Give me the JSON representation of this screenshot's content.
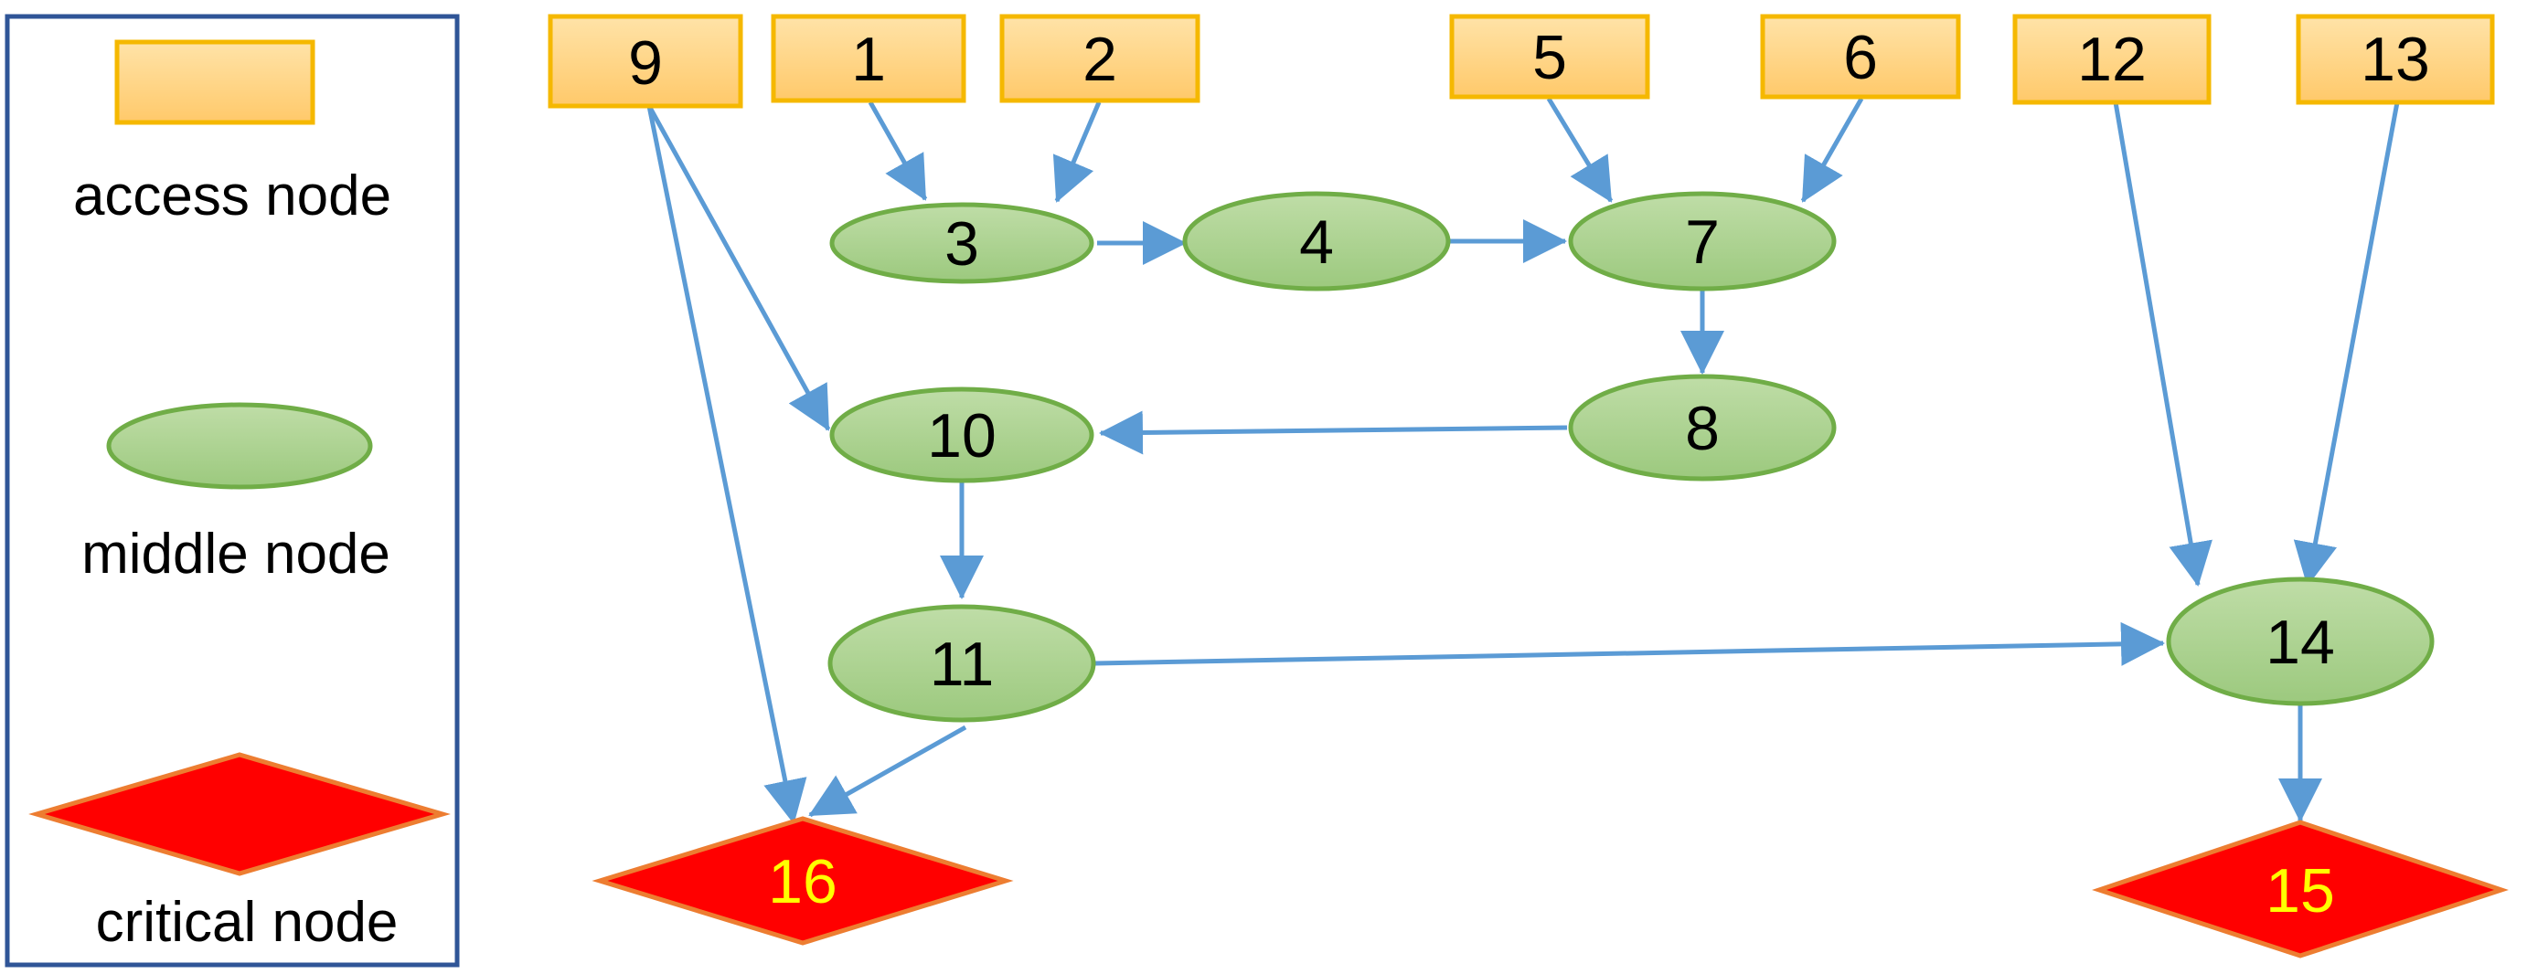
{
  "legend": {
    "access_label": "access node",
    "middle_label": "middle node",
    "critical_label": "critical node"
  },
  "nodes": {
    "n1": "1",
    "n2": "2",
    "n3": "3",
    "n4": "4",
    "n5": "5",
    "n6": "6",
    "n7": "7",
    "n8": "8",
    "n9": "9",
    "n10": "10",
    "n11": "11",
    "n12": "12",
    "n13": "13",
    "n14": "14",
    "n15": "15",
    "n16": "16"
  },
  "edges": [
    {
      "from": "1",
      "to": "3"
    },
    {
      "from": "2",
      "to": "3"
    },
    {
      "from": "3",
      "to": "4"
    },
    {
      "from": "4",
      "to": "7"
    },
    {
      "from": "5",
      "to": "7"
    },
    {
      "from": "6",
      "to": "7"
    },
    {
      "from": "7",
      "to": "8"
    },
    {
      "from": "8",
      "to": "10"
    },
    {
      "from": "9",
      "to": "10"
    },
    {
      "from": "9",
      "to": "16"
    },
    {
      "from": "10",
      "to": "11"
    },
    {
      "from": "11",
      "to": "16"
    },
    {
      "from": "11",
      "to": "14"
    },
    {
      "from": "12",
      "to": "14"
    },
    {
      "from": "13",
      "to": "14"
    },
    {
      "from": "14",
      "to": "15"
    }
  ],
  "colors": {
    "access_fill": "#FFD280",
    "access_border": "#F5B800",
    "middle_fill": "#A9D18E",
    "middle_border": "#70AD47",
    "critical_fill": "#FF0000",
    "critical_border": "#ED7D31",
    "critical_text": "#FFFF00",
    "arrow": "#5B9BD5",
    "legend_frame": "#2F5597"
  }
}
